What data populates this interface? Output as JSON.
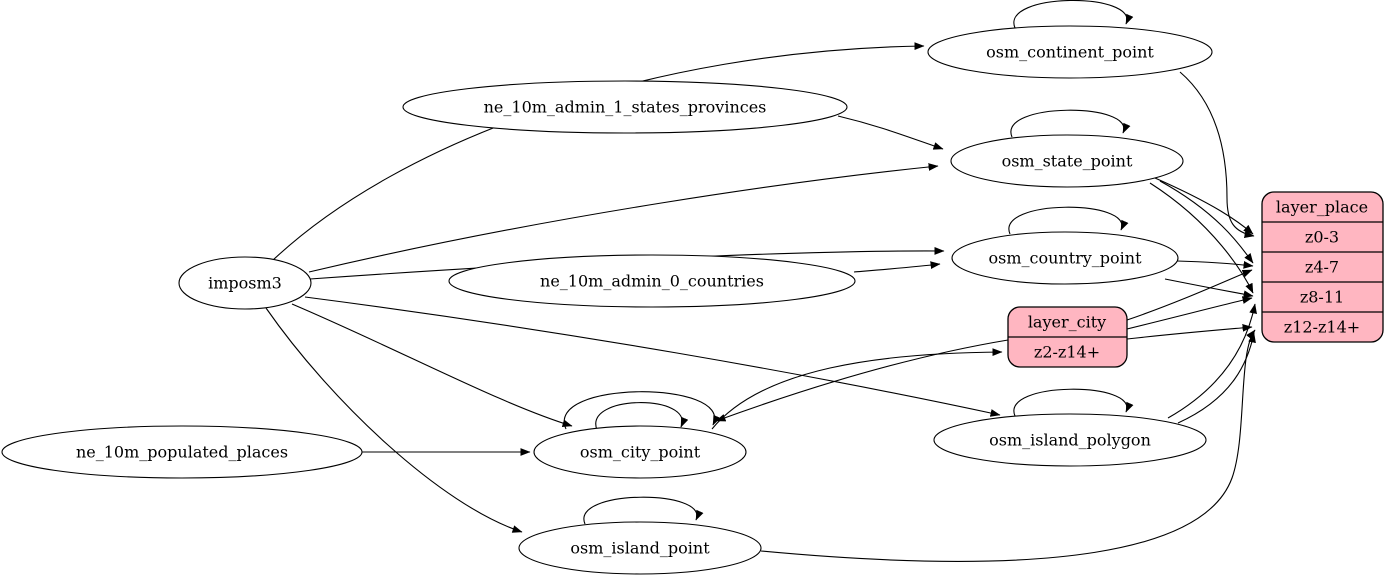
{
  "diagram": {
    "kind": "etl-dependency-graph",
    "background_color": "#ffffff",
    "ellipse_fill": "#ffffff",
    "record_fill": "#ffb6c1",
    "stroke_color": "#000000",
    "nodes": {
      "imposm3": {
        "label": "imposm3",
        "shape": "ellipse"
      },
      "ne_10m_admin_1_states_provinces": {
        "label": "ne_10m_admin_1_states_provinces",
        "shape": "ellipse"
      },
      "ne_10m_admin_0_countries": {
        "label": "ne_10m_admin_0_countries",
        "shape": "ellipse"
      },
      "ne_10m_populated_places": {
        "label": "ne_10m_populated_places",
        "shape": "ellipse"
      },
      "osm_continent_point": {
        "label": "osm_continent_point",
        "shape": "ellipse",
        "self_loops": 1
      },
      "osm_state_point": {
        "label": "osm_state_point",
        "shape": "ellipse",
        "self_loops": 1
      },
      "osm_country_point": {
        "label": "osm_country_point",
        "shape": "ellipse",
        "self_loops": 1
      },
      "osm_city_point": {
        "label": "osm_city_point",
        "shape": "ellipse",
        "self_loops": 2
      },
      "osm_island_polygon": {
        "label": "osm_island_polygon",
        "shape": "ellipse",
        "self_loops": 1
      },
      "osm_island_point": {
        "label": "osm_island_point",
        "shape": "ellipse",
        "self_loops": 1
      },
      "layer_city": {
        "label": "layer_city",
        "shape": "record",
        "rows": [
          "z2-z14+"
        ]
      },
      "layer_place": {
        "label": "layer_place",
        "shape": "record",
        "rows": [
          "z0-3",
          "z4-7",
          "z8-11",
          "z12-z14+"
        ]
      }
    },
    "edges": [
      {
        "from": "imposm3",
        "to": "osm_continent_point"
      },
      {
        "from": "imposm3",
        "to": "osm_state_point"
      },
      {
        "from": "imposm3",
        "to": "osm_country_point"
      },
      {
        "from": "imposm3",
        "to": "osm_city_point"
      },
      {
        "from": "imposm3",
        "to": "osm_island_polygon"
      },
      {
        "from": "imposm3",
        "to": "osm_island_point"
      },
      {
        "from": "ne_10m_admin_1_states_provinces",
        "to": "osm_state_point"
      },
      {
        "from": "ne_10m_admin_0_countries",
        "to": "osm_country_point"
      },
      {
        "from": "ne_10m_populated_places",
        "to": "osm_city_point"
      },
      {
        "from": "osm_continent_point",
        "to": "osm_continent_point"
      },
      {
        "from": "osm_state_point",
        "to": "osm_state_point"
      },
      {
        "from": "osm_country_point",
        "to": "osm_country_point"
      },
      {
        "from": "osm_city_point",
        "to": "osm_city_point"
      },
      {
        "from": "osm_city_point",
        "to": "osm_city_point"
      },
      {
        "from": "osm_island_polygon",
        "to": "osm_island_polygon"
      },
      {
        "from": "osm_island_point",
        "to": "osm_island_point"
      },
      {
        "from": "osm_city_point",
        "to": "layer_city",
        "to_port": "z2-z14+"
      },
      {
        "from": "layer_city",
        "to": "osm_city_point"
      },
      {
        "from": "osm_continent_point",
        "to": "layer_place",
        "to_port": "z0-3"
      },
      {
        "from": "osm_state_point",
        "to": "layer_place",
        "to_port": "z0-3"
      },
      {
        "from": "osm_state_point",
        "to": "layer_place",
        "to_port": "z4-7"
      },
      {
        "from": "osm_state_point",
        "to": "layer_place",
        "to_port": "z8-11"
      },
      {
        "from": "osm_country_point",
        "to": "layer_place",
        "to_port": "z4-7"
      },
      {
        "from": "osm_country_point",
        "to": "layer_place",
        "to_port": "z8-11"
      },
      {
        "from": "layer_city",
        "to": "layer_place",
        "to_port": "z4-7"
      },
      {
        "from": "layer_city",
        "to": "layer_place",
        "to_port": "z8-11"
      },
      {
        "from": "layer_city",
        "to": "layer_place",
        "to_port": "z12-z14+"
      },
      {
        "from": "osm_island_polygon",
        "to": "layer_place",
        "to_port": "z8-11"
      },
      {
        "from": "osm_island_polygon",
        "to": "layer_place",
        "to_port": "z12-z14+"
      },
      {
        "from": "osm_island_point",
        "to": "layer_place",
        "to_port": "z12-z14+"
      }
    ]
  }
}
